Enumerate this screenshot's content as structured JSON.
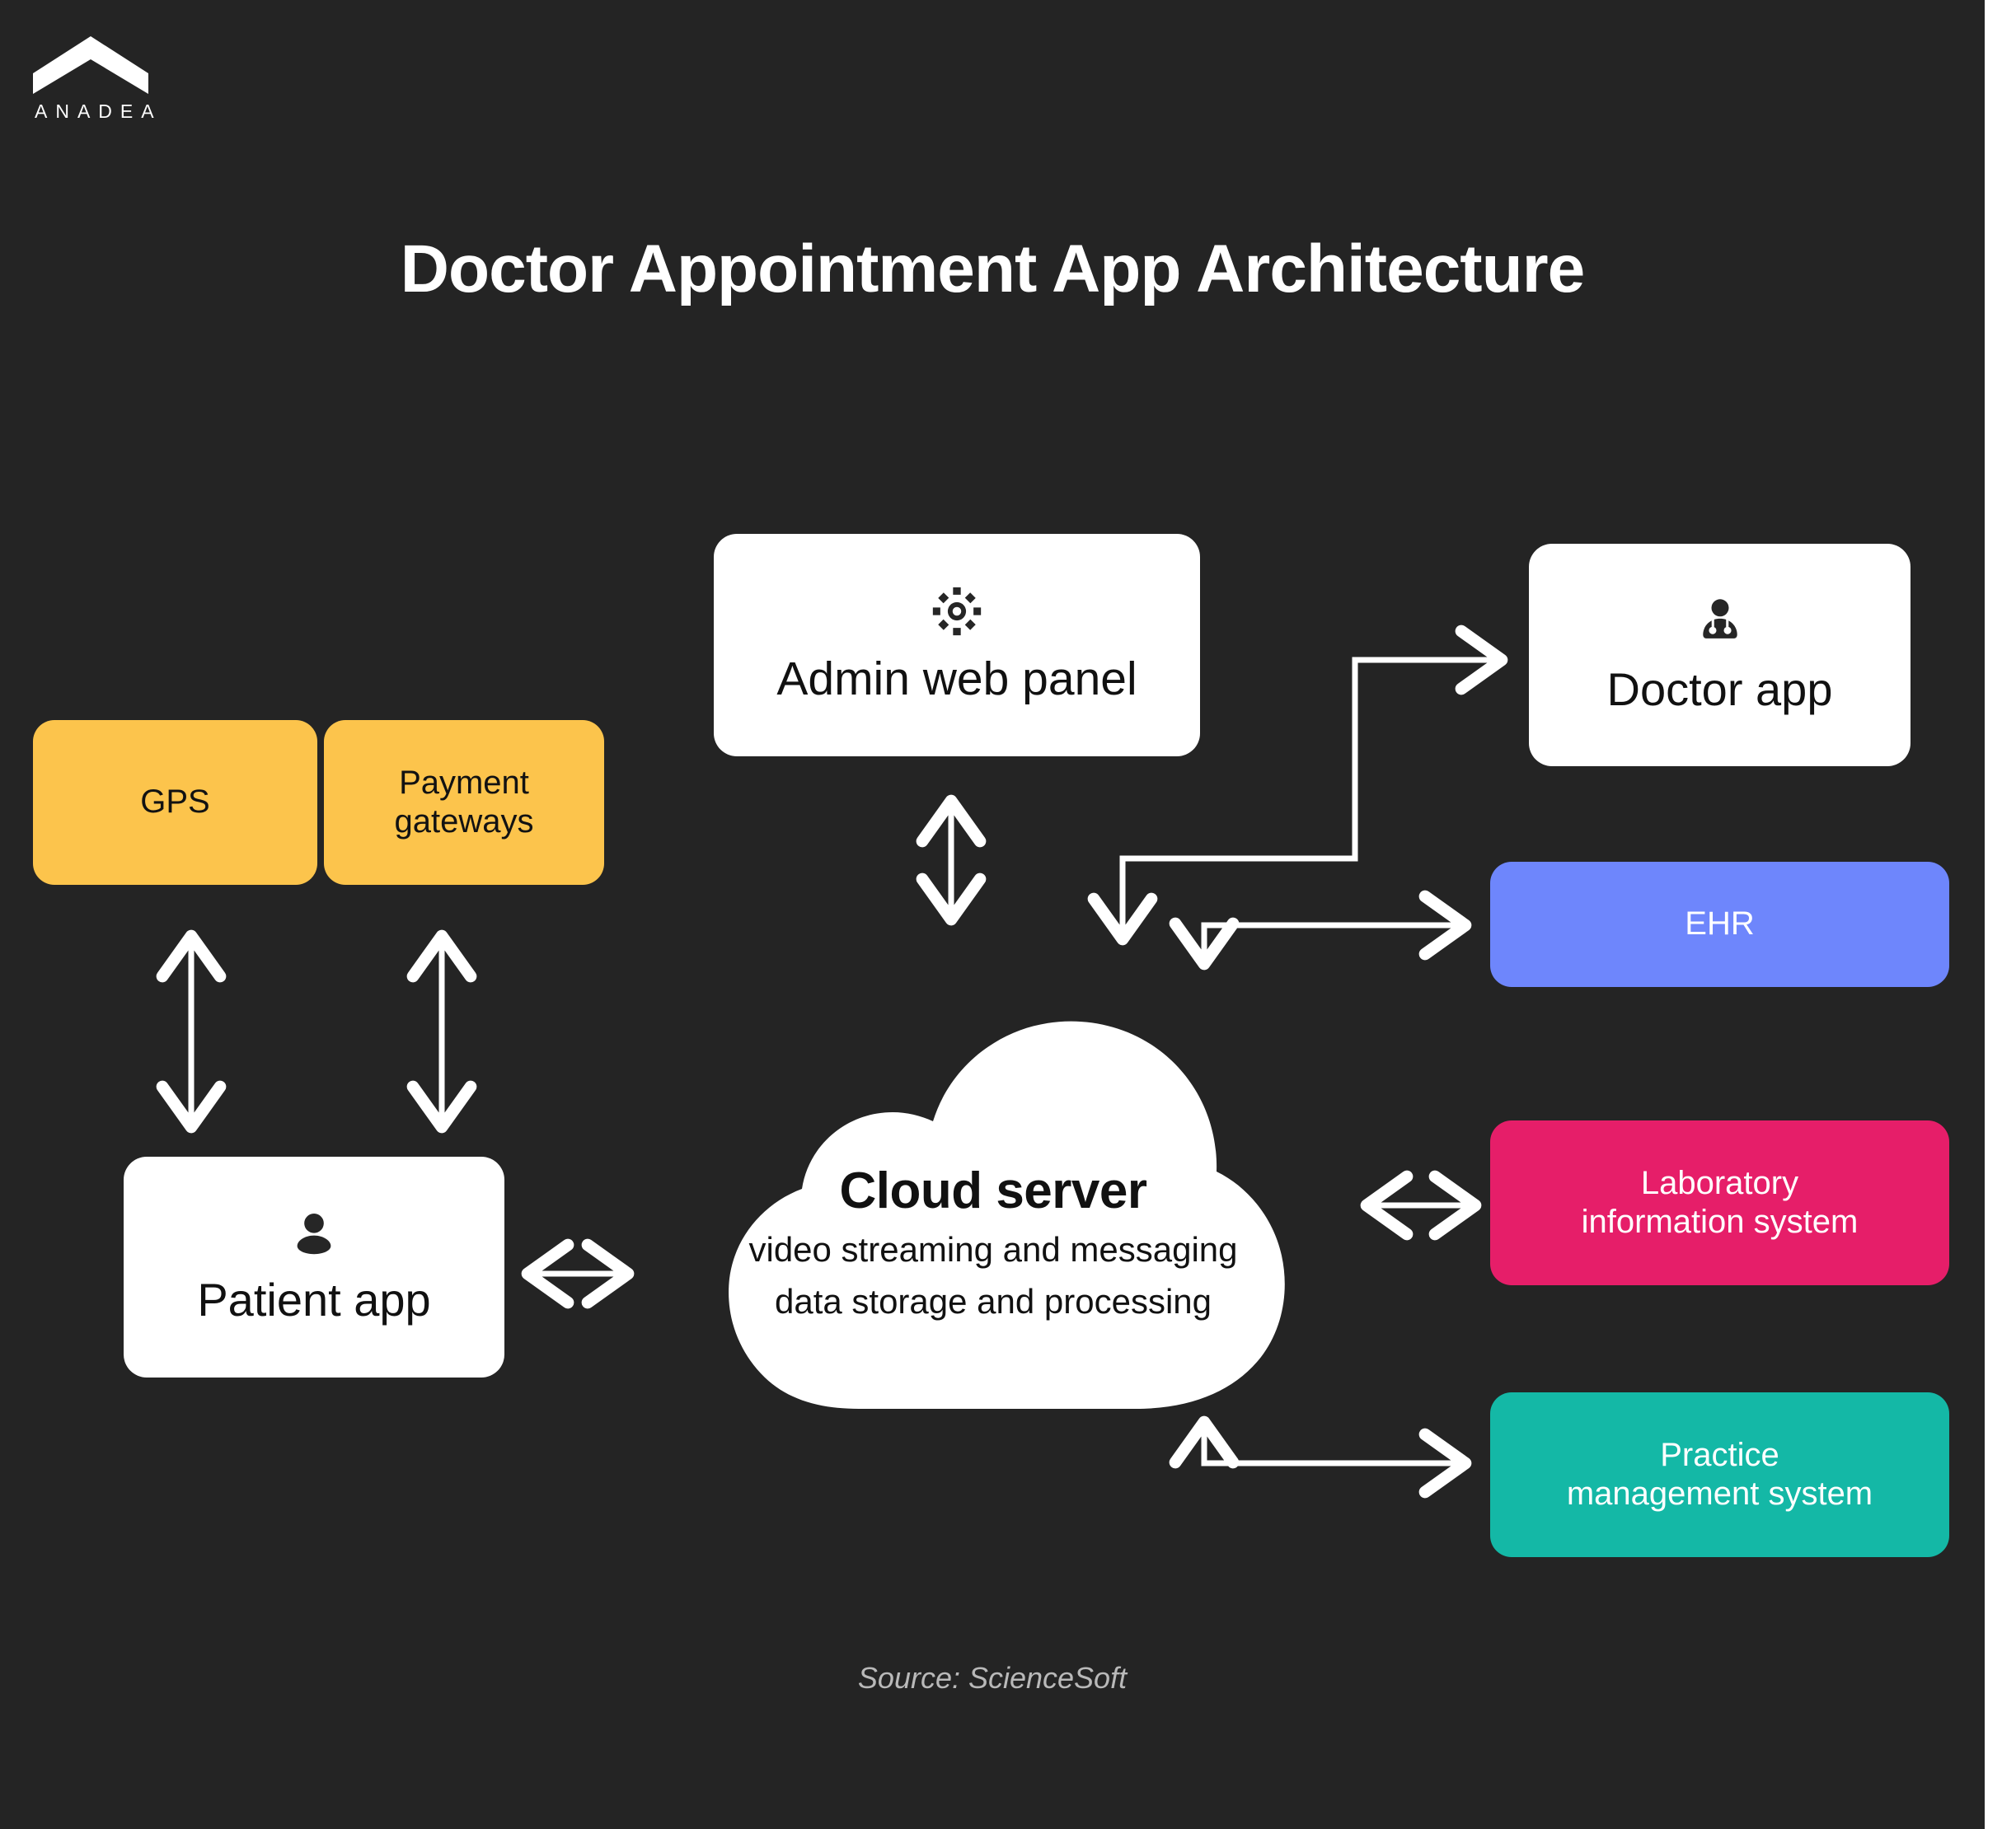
{
  "brand": {
    "name": "ANADEA",
    "logo_icon": "chevron-mark-icon",
    "logo_color": "#FFFFFF"
  },
  "page": {
    "title": "Doctor Appointment App Architecture",
    "background_color": "#242424",
    "text_color": "#FFFFFF",
    "source_caption": "Source:  ScienceSoft"
  },
  "diagram": {
    "type": "architecture-flow",
    "nodes": [
      {
        "id": "gps",
        "label": "GPS",
        "color": "#FCC44C",
        "text_color": "#121212",
        "icon": null
      },
      {
        "id": "payment",
        "label": "Payment\ngateways",
        "line1": "Payment",
        "line2": "gateways",
        "color": "#FCC44C",
        "text_color": "#121212",
        "icon": null
      },
      {
        "id": "patient",
        "label": "Patient app",
        "color": "#FFFFFF",
        "text_color": "#111111",
        "icon": "user-icon"
      },
      {
        "id": "admin",
        "label": "Admin web panel",
        "color": "#FFFFFF",
        "text_color": "#111111",
        "icon": "gear-icon"
      },
      {
        "id": "doctor",
        "label": "Doctor app",
        "color": "#FFFFFF",
        "text_color": "#111111",
        "icon": "doctor-icon"
      },
      {
        "id": "cloud",
        "title": "Cloud server",
        "sub_line1": "video streaming and messaging",
        "sub_line2": "data storage and processing",
        "color": "#FFFFFF",
        "text_color": "#111111",
        "icon": "cloud-shape"
      },
      {
        "id": "ehr",
        "label": "EHR",
        "color": "#6E86FC",
        "text_color": "#FFFFFF",
        "icon": null
      },
      {
        "id": "lis",
        "line1": "Laboratory",
        "line2": "information system",
        "color": "#E61E69",
        "text_color": "#FFFFFF",
        "icon": null
      },
      {
        "id": "pms",
        "line1": "Practice",
        "line2": "management system",
        "color": "#14B8A6",
        "text_color": "#FFFFFF",
        "icon": null
      }
    ],
    "edges": [
      {
        "from": "gps",
        "to": "patient",
        "direction": "bidirectional",
        "style": "straight-vertical"
      },
      {
        "from": "payment",
        "to": "patient",
        "direction": "bidirectional",
        "style": "straight-vertical"
      },
      {
        "from": "patient",
        "to": "cloud",
        "direction": "bidirectional",
        "style": "straight-horizontal"
      },
      {
        "from": "admin",
        "to": "cloud",
        "direction": "bidirectional",
        "style": "straight-vertical"
      },
      {
        "from": "cloud",
        "to": "doctor",
        "direction": "bidirectional",
        "style": "elbow"
      },
      {
        "from": "cloud",
        "to": "ehr",
        "direction": "bidirectional",
        "style": "elbow"
      },
      {
        "from": "cloud",
        "to": "lis",
        "direction": "bidirectional",
        "style": "straight-horizontal"
      },
      {
        "from": "cloud",
        "to": "pms",
        "direction": "bidirectional",
        "style": "elbow"
      }
    ],
    "arrow_color": "#FFFFFF"
  }
}
